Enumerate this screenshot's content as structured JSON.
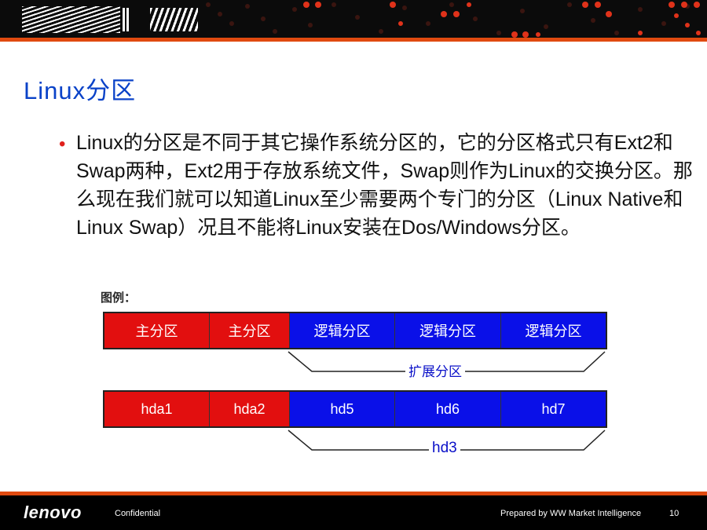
{
  "slide": {
    "title": "Linux分区",
    "bullet": "Linux的分区是不同于其它操作系统分区的，它的分区格式只有Ext2和Swap两种，Ext2用于存放系统文件，Swap则作为Linux的交换分区。那么现在我们就可以知道Linux至少需要两个专门的分区（Linux Native和Linux Swap）况且不能将Linux安装在Dos/Windows分区。"
  },
  "diagram": {
    "legend_label": "图例：",
    "row1": [
      "主分区",
      "主分区",
      "逻辑分区",
      "逻辑分区",
      "逻辑分区"
    ],
    "row1_brace_label": "扩展分区",
    "row2": [
      "hda1",
      "hda2",
      "hd5",
      "hd6",
      "hd7"
    ],
    "row2_brace_label": "hd3",
    "colors": {
      "primary": "#e20f0f",
      "logical": "#0a10e8",
      "brace_text": "#0a10c8"
    }
  },
  "footer": {
    "logo": "lenovo",
    "confidential": "Confidential",
    "prepared": "Prepared by WW Market Intelligence",
    "page": "10"
  },
  "theme": {
    "accent": "#e04a10",
    "title_color": "#0a42c8",
    "bullet_color": "#e0201c"
  }
}
